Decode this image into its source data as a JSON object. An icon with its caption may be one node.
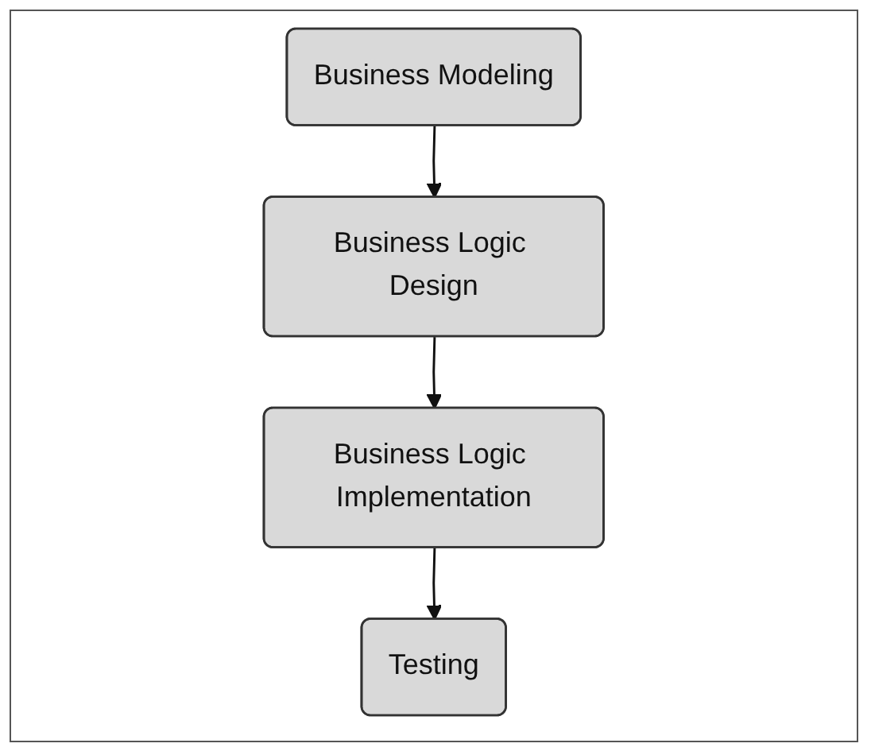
{
  "diagram": {
    "nodes": [
      {
        "text": [
          "Business Modeling"
        ]
      },
      {
        "text": [
          "Business Logic Design"
        ]
      },
      {
        "text": [
          "Business Logic Implementation"
        ]
      },
      {
        "text": [
          "Testing"
        ]
      }
    ],
    "edges": [
      {
        "from": 0,
        "to": 1,
        "arrow": "to"
      },
      {
        "from": 1,
        "to": 2,
        "arrow": "to"
      },
      {
        "from": 2,
        "to": 3,
        "arrow": "to"
      }
    ]
  }
}
